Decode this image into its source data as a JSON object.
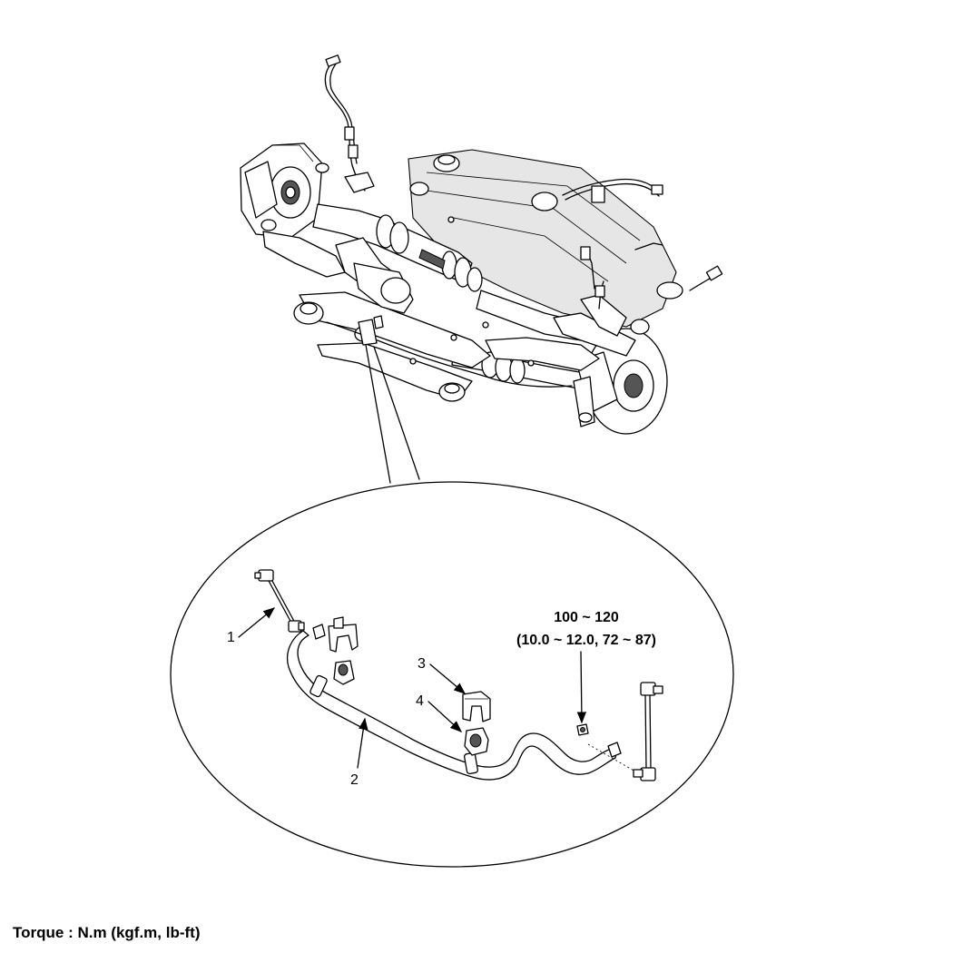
{
  "callouts": {
    "c1": "1",
    "c2": "2",
    "c3": "3",
    "c4": "4"
  },
  "torque_spec": {
    "value": "100 ~ 120",
    "conversions": "(10.0 ~ 12.0, 72 ~ 87)"
  },
  "footer": {
    "torque_units": "Torque : N.m (kgf.m, lb-ft)"
  }
}
